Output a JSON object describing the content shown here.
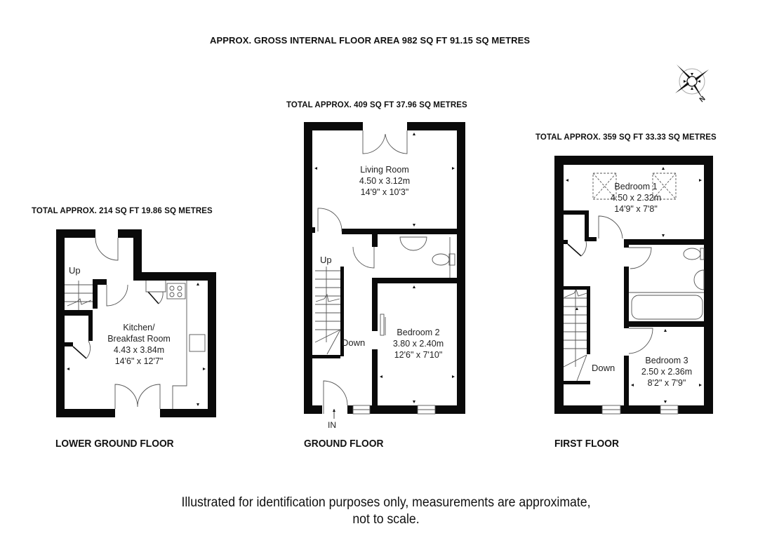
{
  "header": {
    "gross_area": "APPROX. GROSS INTERNAL FLOOR AREA 982 SQ FT 91.15 SQ METRES"
  },
  "compass": {
    "icon": "compass-rose-icon",
    "label": "N"
  },
  "floors": [
    {
      "name": "LOWER GROUND FLOOR",
      "total": "TOTAL APPROX.  214 SQ FT  19.86 SQ METRES",
      "rooms": [
        {
          "name": "Kitchen/",
          "name2": "Breakfast Room",
          "metric": "4.43 x 3.84m",
          "imperial": "14'6\" x 12'7\""
        }
      ],
      "labels": {
        "stairs": "Up"
      }
    },
    {
      "name": "GROUND FLOOR",
      "total": "TOTAL APPROX.  409 SQ FT  37.96 SQ METRES",
      "rooms": [
        {
          "name": "Living Room",
          "metric": "4.50 x 3.12m",
          "imperial": "14'9\" x 10'3\""
        },
        {
          "name": "Bedroom 2",
          "metric": "3.80 x 2.40m",
          "imperial": "12'6\" x 7'10\""
        }
      ],
      "labels": {
        "stairs_up": "Up",
        "stairs_down": "Down",
        "entrance": "IN"
      }
    },
    {
      "name": "FIRST FLOOR",
      "total": "TOTAL APPROX.  359 SQ FT  33.33 SQ METRES",
      "rooms": [
        {
          "name": "Bedroom 1",
          "metric": "4.50 x 2.32m",
          "imperial": "14'9\" x 7'8\""
        },
        {
          "name": "Bedroom 3",
          "metric": "2.50 x 2.36m",
          "imperial": "8'2\" x 7'9\""
        }
      ],
      "labels": {
        "stairs_down": "Down"
      }
    }
  ],
  "disclaimer": {
    "line1": "Illustrated for identification purposes only, measurements are approximate,",
    "line2": "not to scale."
  }
}
